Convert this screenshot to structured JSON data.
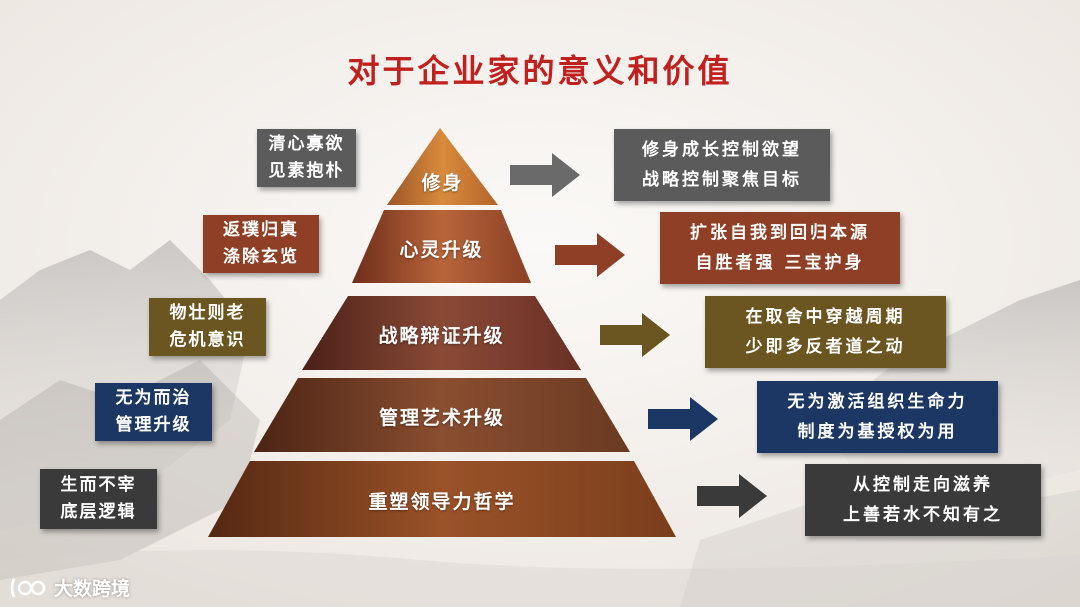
{
  "title": "对于企业家的意义和价值",
  "colors": {
    "title": "#c0201e",
    "tier1": "#c9782f",
    "tier2": "#a9522c",
    "tier3": "#7b3726",
    "tier4": "#6e3a20",
    "tier5": "#7a3d1d",
    "slate": "#5b5b5b",
    "rust": "#8e3f25",
    "olive": "#6b5520",
    "navy": "#1d3765",
    "dark": "#3a3a3a"
  },
  "tiers": [
    {
      "label": "修身",
      "left": [
        "清心寡欲",
        "见素抱朴"
      ],
      "right": [
        "修身成长控制欲望",
        "战略控制聚焦目标"
      ]
    },
    {
      "label": "心灵升级",
      "left": [
        "返璞归真",
        "涤除玄览"
      ],
      "right": [
        "扩张自我到回归本源",
        "自胜者强  三宝护身"
      ]
    },
    {
      "label": "战略辩证升级",
      "left": [
        "物壮则老",
        "危机意识"
      ],
      "right": [
        "在取舍中穿越周期",
        "少即多反者道之动"
      ]
    },
    {
      "label": "管理艺术升级",
      "left": [
        "无为而治",
        "管理升级"
      ],
      "right": [
        "无为激活组织生命力",
        "制度为基授权为用"
      ]
    },
    {
      "label": "重塑领导力哲学",
      "left": [
        "生而不宰",
        "底层逻辑"
      ],
      "right": [
        "从控制走向滋养",
        "上善若水不知有之"
      ]
    }
  ],
  "watermark": "大数跨境",
  "icons": {
    "arrow": "right-arrow-icon",
    "logo": "watermark-logo-icon"
  }
}
